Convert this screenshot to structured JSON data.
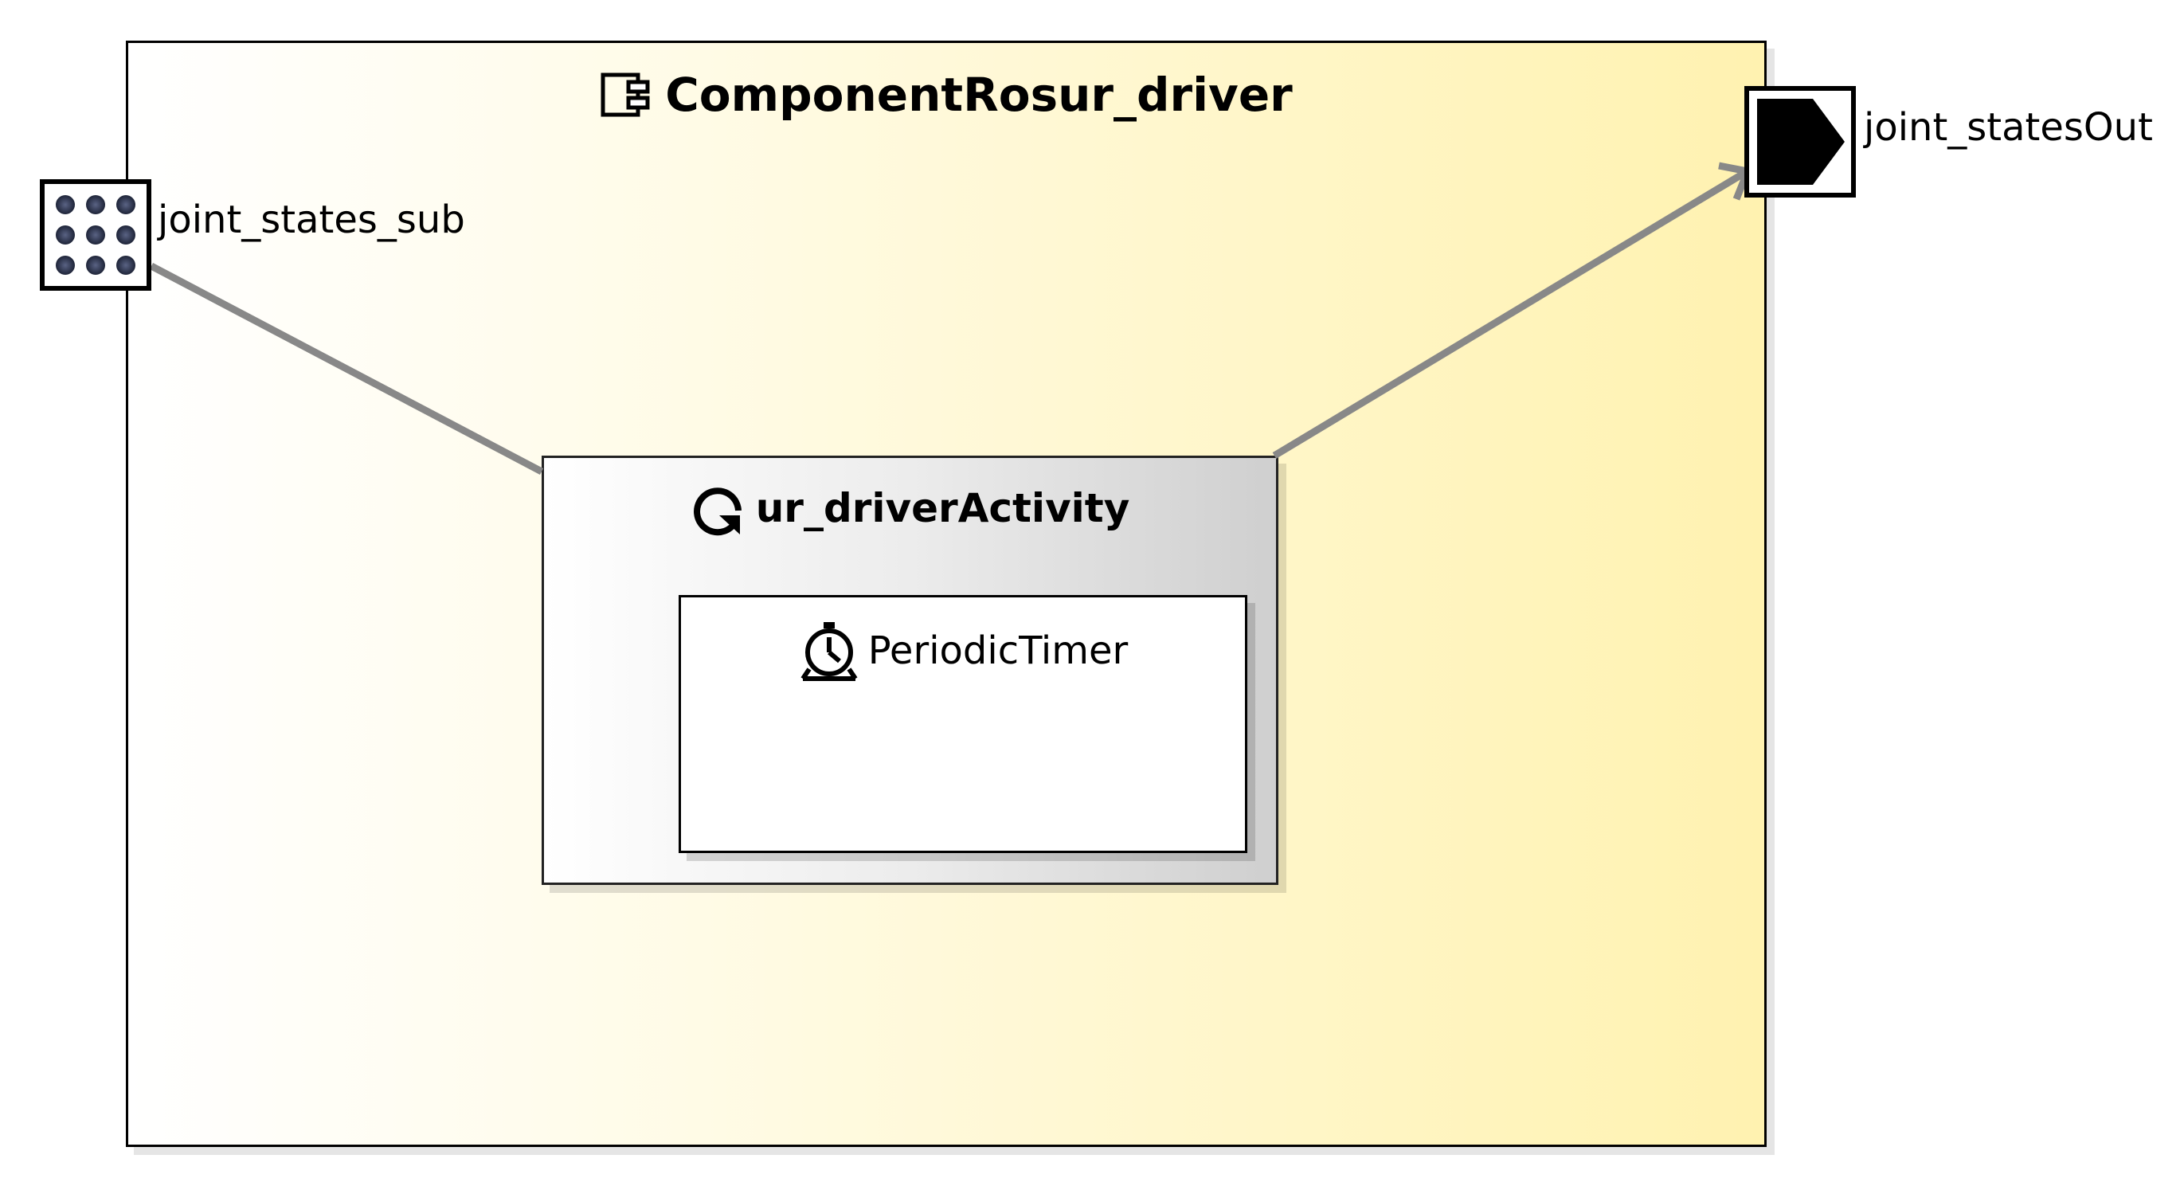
{
  "component": {
    "title": "ComponentRosur_driver",
    "icon": "component-icon"
  },
  "activity": {
    "title": "ur_driverActivity",
    "icon": "activity-cycle-icon"
  },
  "timer": {
    "title": "PeriodicTimer",
    "icon": "stopwatch-icon"
  },
  "ports": {
    "input": {
      "label": "joint_states_sub",
      "icon": "subscriber-port-icon"
    },
    "output": {
      "label": "joint_statesOut",
      "icon": "output-port-arrow-icon"
    }
  },
  "colors": {
    "component_fill_start": "#ffffff",
    "component_fill_end": "#fff2b0",
    "activity_fill_start": "#ffffff",
    "activity_fill_end": "#cfcfcf",
    "connector": "#888888",
    "dot": "#333a55"
  }
}
